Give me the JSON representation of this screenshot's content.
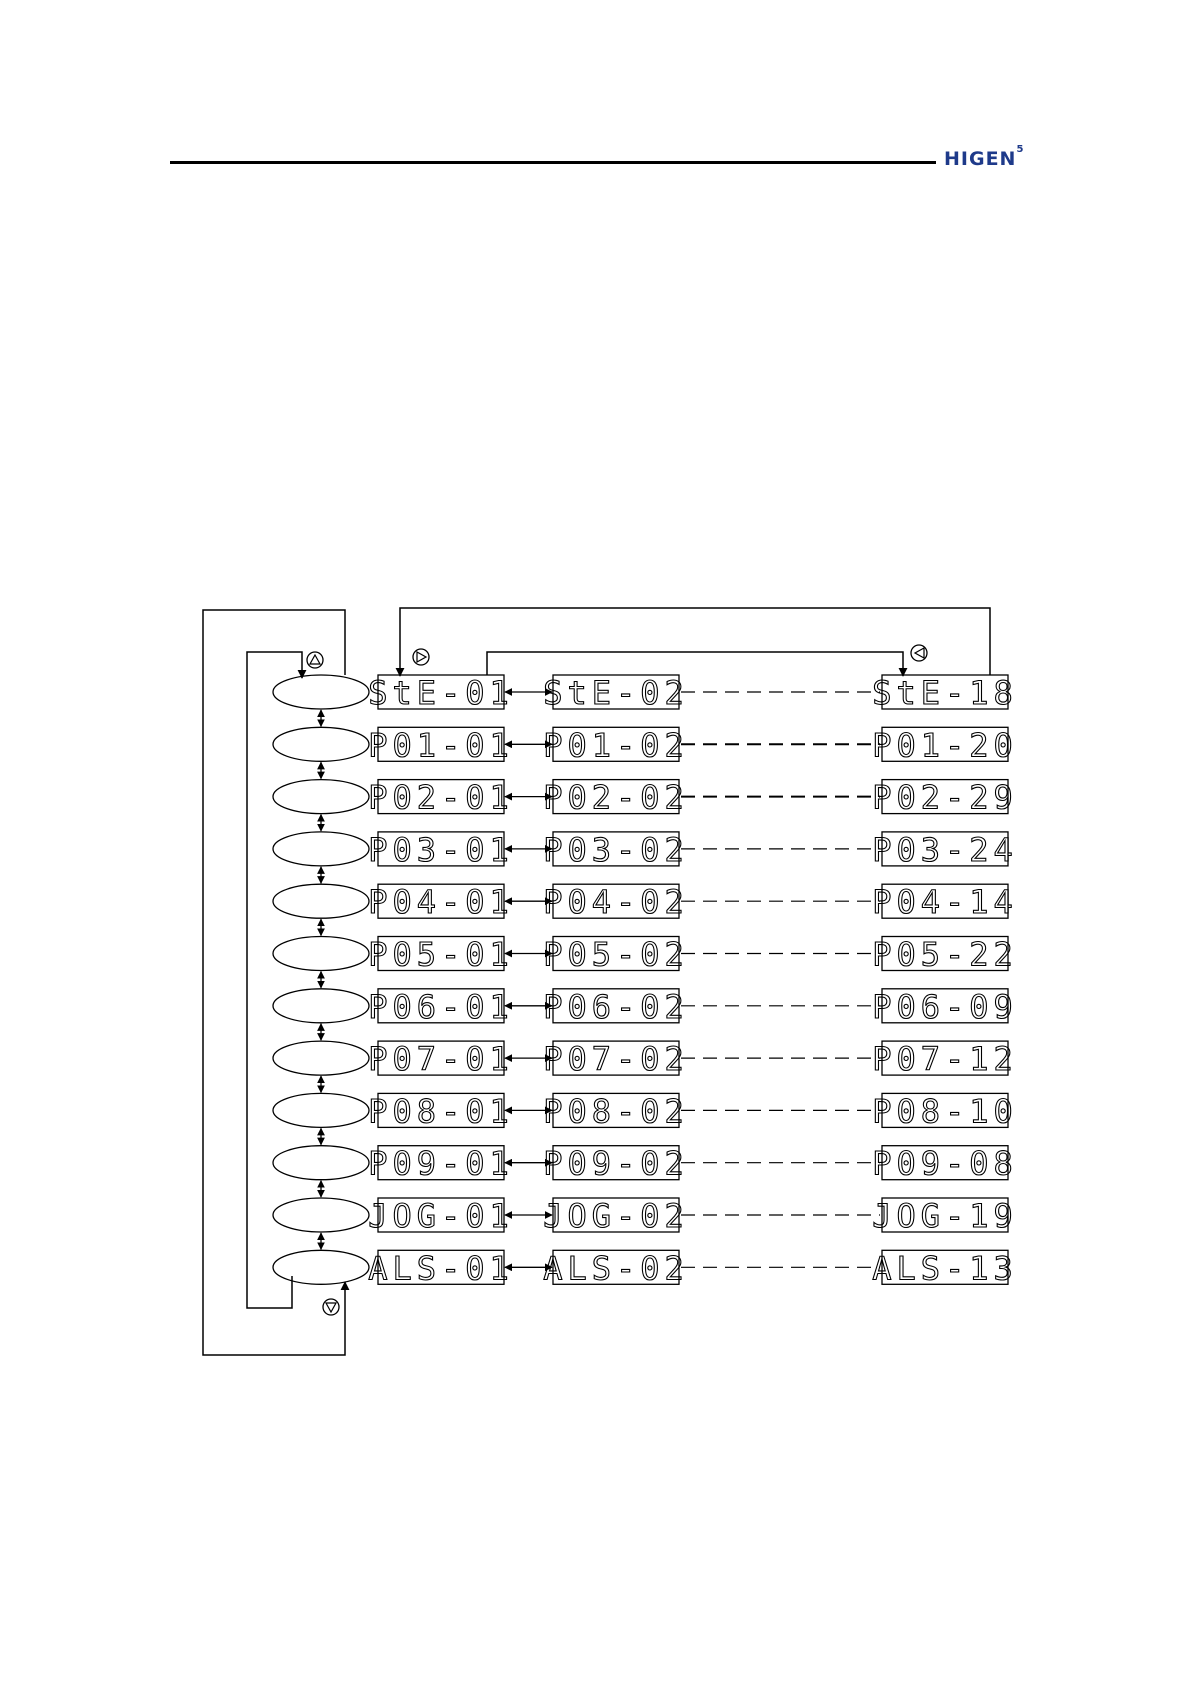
{
  "header": {
    "logo_text": "HIGEN",
    "logo_superscript": "5"
  },
  "diagram": {
    "key_up": "up-key-icon",
    "key_down": "down-key-icon",
    "key_right": "right-key-icon",
    "key_left": "left-key-icon",
    "rows": [
      {
        "first": "StE-01",
        "second": "StE-02",
        "last": "StE-18"
      },
      {
        "first": "P01-01",
        "second": "P01-02",
        "last": "P01-20"
      },
      {
        "first": "P02-01",
        "second": "P02-02",
        "last": "P02-29"
      },
      {
        "first": "P03-01",
        "second": "P03-02",
        "last": "P03-24"
      },
      {
        "first": "P04-01",
        "second": "P04-02",
        "last": "P04-14"
      },
      {
        "first": "P05-01",
        "second": "P05-02",
        "last": "P05-22"
      },
      {
        "first": "P06-01",
        "second": "P06-02",
        "last": "P06-09"
      },
      {
        "first": "P07-01",
        "second": "P07-02",
        "last": "P07-12"
      },
      {
        "first": "P08-01",
        "second": "P08-02",
        "last": "P08-10"
      },
      {
        "first": "P09-01",
        "second": "P09-02",
        "last": "P09-08"
      },
      {
        "first": "JOG-01",
        "second": "JOG-02",
        "last": "JOG-19"
      },
      {
        "first": "ALS-01",
        "second": "ALS-02",
        "last": "ALS-13"
      }
    ]
  }
}
